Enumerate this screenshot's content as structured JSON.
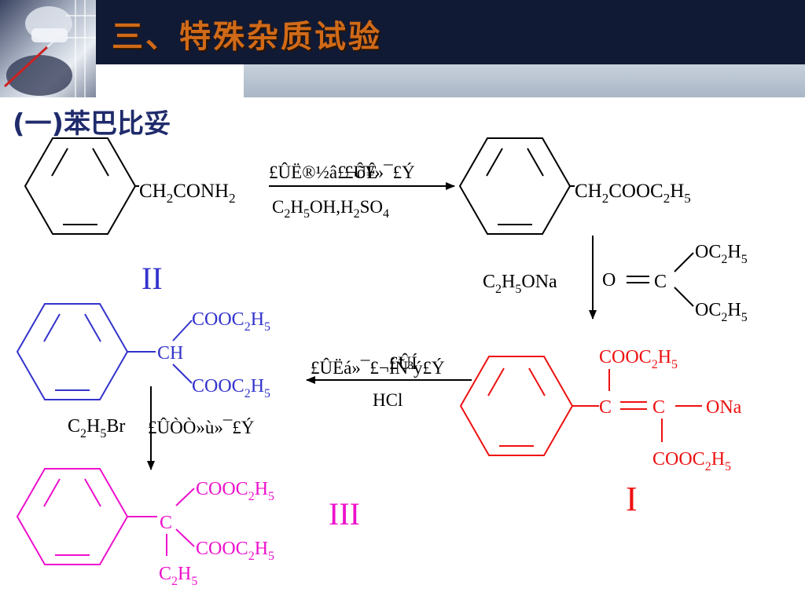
{
  "header": {
    "title": "三、特殊杂质试验"
  },
  "section": {
    "heading": "(一)苯巴比妥"
  },
  "colors": {
    "header_bg": "#111a35",
    "title": "#d06a18",
    "black": "#000000",
    "blue": "#3333cc",
    "red": "#ee1111",
    "magenta": "#ee11cc"
  },
  "step1": {
    "reactant": [
      "CH",
      "2",
      "CONH",
      "2"
    ],
    "reagent_top": "£ÛË®½â£¬õ¥»¯£Ý",
    "reagent_top_overlay": "£ÛÊ",
    "reagent_bottom": [
      "C",
      "2",
      "H",
      "5",
      "OH,H",
      "2",
      "SO",
      "4"
    ],
    "product": [
      "CH",
      "2",
      "COOC",
      "2",
      "H",
      "5"
    ]
  },
  "step2": {
    "reagent_left": [
      "C",
      "2",
      "H",
      "5",
      "ONa"
    ],
    "reagent_o": "O",
    "reagent_c": "C",
    "reagent_oc_top": [
      "OC",
      "2",
      "H",
      "5"
    ],
    "reagent_oc_bottom": [
      "OC",
      "2",
      "H",
      "5"
    ]
  },
  "compound_I": {
    "label": "I",
    "top": [
      "COOC",
      "2",
      "H",
      "5"
    ],
    "c1": "C",
    "c2": "C",
    "ona": "ONa",
    "bottom": [
      "COOC",
      "2",
      "H",
      "5"
    ]
  },
  "step3": {
    "reagent_top": "£ÛËá»¯£¬ÍÑ³ý£Ý",
    "reagent_top_overlay": "£ÛÍ",
    "reagent_bottom": "HCl"
  },
  "compound_II": {
    "label": "II",
    "top": [
      "COOC",
      "2",
      "H",
      "5"
    ],
    "ch": "CH",
    "bottom": [
      "COOC",
      "2",
      "H",
      "5"
    ]
  },
  "step4": {
    "reagent_left": [
      "C",
      "2",
      "H",
      "5",
      "Br"
    ],
    "reagent_right": "£ÛÒÒ»ù»¯£Ý"
  },
  "compound_III": {
    "label": "III",
    "top": [
      "COOC",
      "2",
      "H",
      "5"
    ],
    "c": "C",
    "right": [
      "COOC",
      "2",
      "H",
      "5"
    ],
    "bottom": [
      "C",
      "2",
      "H",
      "5"
    ]
  }
}
